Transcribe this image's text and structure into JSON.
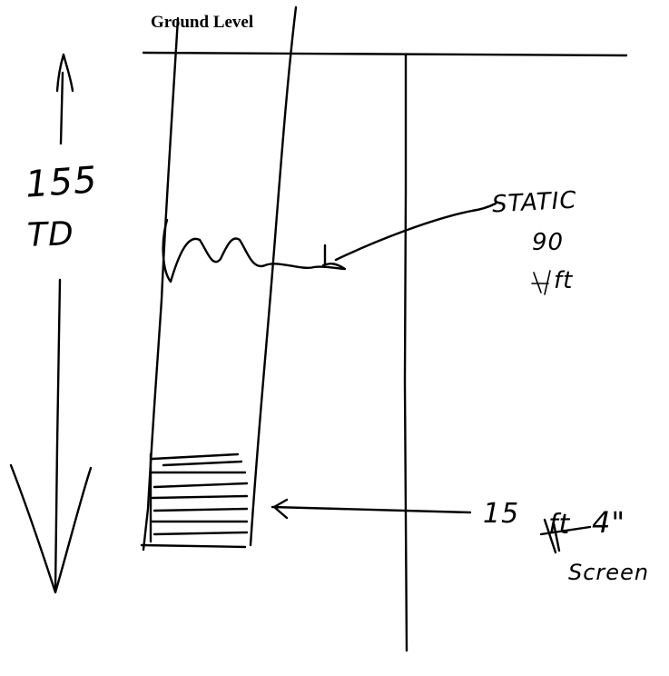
{
  "title": "Ground Level",
  "total_depth": {
    "value": "155",
    "unit": "TD"
  },
  "static_level": {
    "label": "STATIC",
    "value": "90",
    "unit": "ft"
  },
  "screen": {
    "length": "15",
    "unit": "ft",
    "diameter": "4\"",
    "label": "Screen"
  }
}
